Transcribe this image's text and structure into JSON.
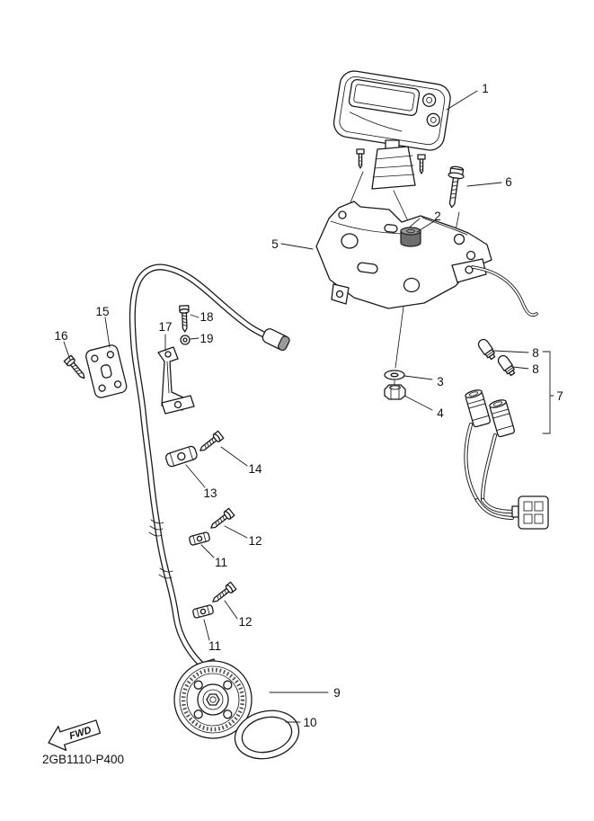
{
  "diagram": {
    "code": "2GB1110-P400",
    "fwd": "FWD"
  },
  "callouts": [
    {
      "part": "meter-assembly",
      "label": "1"
    },
    {
      "part": "damper-grommet",
      "label": "2"
    },
    {
      "part": "washer",
      "label": "3"
    },
    {
      "part": "nut",
      "label": "4"
    },
    {
      "part": "meter-bracket",
      "label": "5"
    },
    {
      "part": "flange-bolt",
      "label": "6"
    },
    {
      "part": "socket-cord-assembly",
      "label": "7"
    },
    {
      "part": "bulb-upper",
      "label": "8"
    },
    {
      "part": "bulb-lower",
      "label": "8"
    },
    {
      "part": "sensor-rotor",
      "label": "9"
    },
    {
      "part": "rotor-ring",
      "label": "10"
    },
    {
      "part": "cable-clamp-upper",
      "label": "11"
    },
    {
      "part": "cable-clamp-lower",
      "label": "11"
    },
    {
      "part": "clamp-screw-upper",
      "label": "12"
    },
    {
      "part": "clamp-screw-lower",
      "label": "12"
    },
    {
      "part": "cable-holder",
      "label": "13"
    },
    {
      "part": "holder-screw",
      "label": "14"
    },
    {
      "part": "mount-plate",
      "label": "15"
    },
    {
      "part": "plate-screw",
      "label": "16"
    },
    {
      "part": "sensor-bracket",
      "label": "17"
    },
    {
      "part": "bracket-screw",
      "label": "18"
    },
    {
      "part": "bracket-washer",
      "label": "19"
    }
  ]
}
